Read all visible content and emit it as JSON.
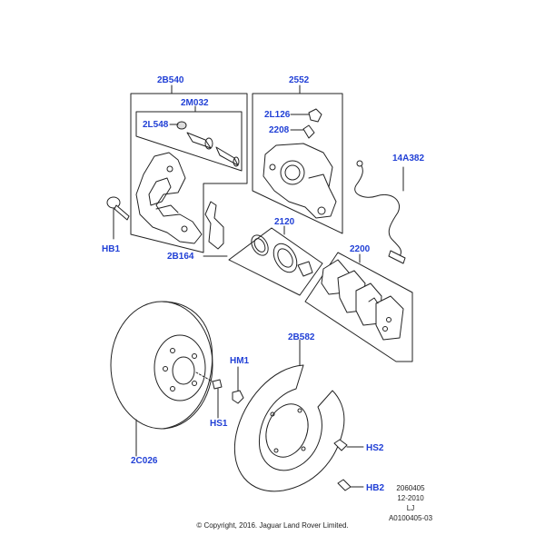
{
  "parts": {
    "caliper_carrier_kit": "2B540",
    "slide_pin_kit": "2M032",
    "slide_pin_boot": "2L548",
    "caliper_assembly": "2552",
    "bleed_screw_cap": "2L126",
    "bleed_screw": "2208",
    "pad_wear_sensor": "14A382",
    "piston_seal_kit": "2120",
    "brake_pad_set": "2200",
    "carrier_bolt": "HB1",
    "anti_rattle_clip": "2B164",
    "brake_disc": "2C026",
    "disc_retaining_screw": "HS1",
    "splash_shield_nut": "HM1",
    "splash_shield": "2B582",
    "shield_screw_upper": "HS2",
    "shield_bolt_lower": "HB2"
  },
  "reference": {
    "line1": "2060405",
    "line2": "12-2010",
    "line3": "LJ",
    "line4": "A0100405-03"
  },
  "copyright": "© Copyright, 2016. Jaguar Land Rover Limited."
}
